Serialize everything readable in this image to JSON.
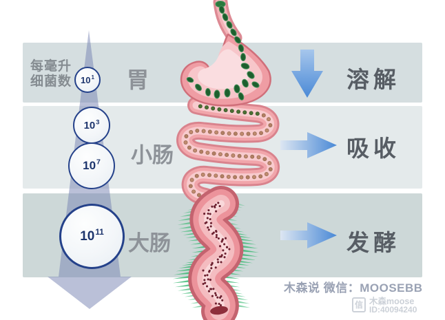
{
  "legend": {
    "line1": "每毫升",
    "line2": "细菌数"
  },
  "counts": [
    {
      "base": "10",
      "exp": "1"
    },
    {
      "base": "10",
      "exp": "3"
    },
    {
      "base": "10",
      "exp": "7"
    },
    {
      "base": "10",
      "exp": "11"
    }
  ],
  "rows": [
    {
      "organ": "胃",
      "function": "溶解"
    },
    {
      "organ": "小肠",
      "function": "吸收"
    },
    {
      "organ": "大肠",
      "function": "发酵"
    }
  ],
  "watermark": {
    "caption": "木森说 微信：MOOSEBB",
    "brand": "木森moose",
    "brand_id": "ID:40094240",
    "logo_char": "信"
  },
  "colors": {
    "band1": "#d5dee0",
    "band2": "#e4eaeb",
    "band3": "#cdd8d8",
    "funnel": "#7682b2",
    "arrow-blue": "#4a89d6",
    "circle-border": "#24418a",
    "count-text": "#1d356d",
    "organ-label": "#8d9298",
    "function-label": "#575d64",
    "legend-text": "#858c91",
    "caption-text": "#9aa2b4",
    "watermark-gray": "#ccd1d8",
    "fringe-green": "#3eba76",
    "stomach-pink": "#ef9da4"
  }
}
